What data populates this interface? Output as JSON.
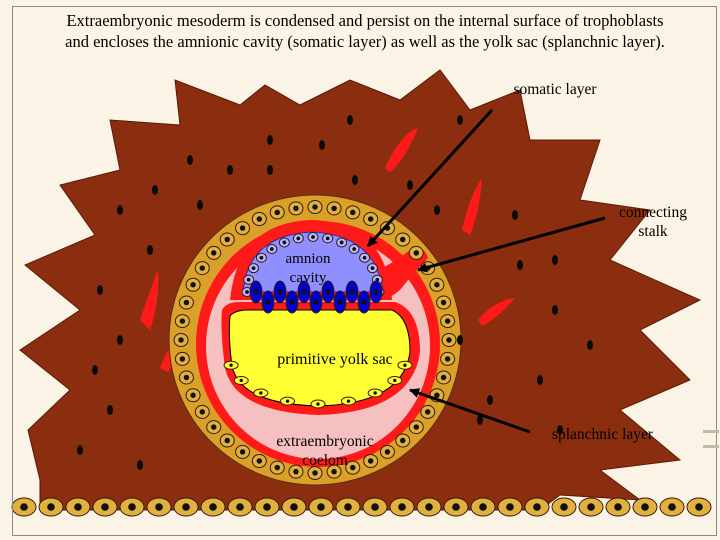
{
  "caption": {
    "line1": "Extraembryonic mesoderm is condensed and persist on the internal surface of trophoblasts",
    "line2": "and encloses the amnionic cavity (somatic layer) as well as the yolk sac (splanchnic layer)."
  },
  "labels": {
    "somatic_layer": "somatic layer",
    "connecting_stalk_1": "connecting",
    "connecting_stalk_2": "stalk",
    "amnion_cavity_1": "amnion",
    "amnion_cavity_2": "cavity",
    "primitive_yolk_sac": "primitive yolk sac",
    "extraembryonic_coelom_1": "extraembryonic",
    "extraembryonic_coelom_2": "coelom",
    "splanchnic_layer": "splanchnic layer"
  },
  "colors": {
    "background": "#fbf3e6",
    "syncytiotrophoblast": "#8b2e0f",
    "mesoderm": "#ff1a1a",
    "coelom": "#f7c0c0",
    "amnion_cavity": "#8f8fff",
    "epiblast": "#0000cc",
    "yolk_sac": "#ffff33",
    "cytotrophoblast": "#d9a02a"
  }
}
